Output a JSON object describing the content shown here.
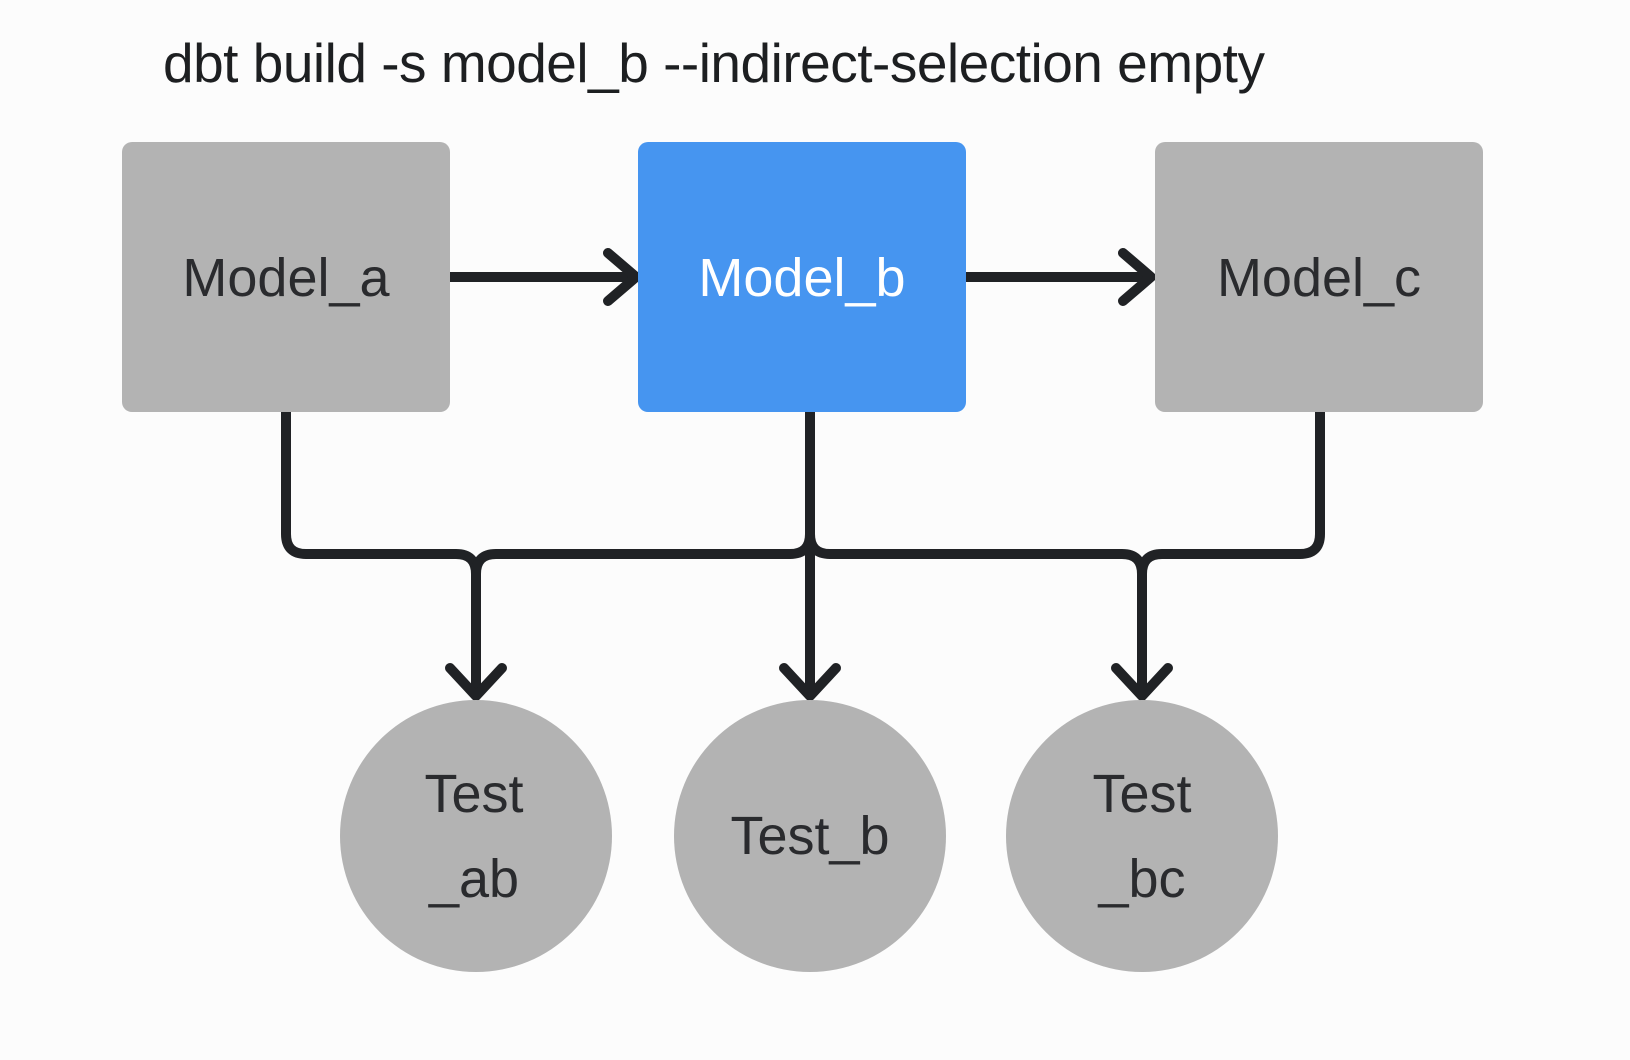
{
  "title": "dbt build -s model_b --indirect-selection empty",
  "colors": {
    "background": "#fcfcfc",
    "node_gray": "#b3b3b3",
    "node_selected_blue": "#4695f0",
    "edge_black": "#202225",
    "label_dark": "#2a2b2e",
    "label_light": "#ffffff",
    "title_text": "#1d1f21"
  },
  "models": [
    {
      "id": "model_a",
      "label": "Model_a",
      "state": "unselected"
    },
    {
      "id": "model_b",
      "label": "Model_b",
      "state": "selected"
    },
    {
      "id": "model_c",
      "label": "Model_c",
      "state": "unselected"
    }
  ],
  "tests": [
    {
      "id": "test_ab",
      "label_line1": "Test",
      "label_line2": "_ab"
    },
    {
      "id": "test_b",
      "label_line1": "Test_b",
      "label_line2": ""
    },
    {
      "id": "test_bc",
      "label_line1": "Test",
      "label_line2": "_bc"
    }
  ],
  "edges": {
    "model_flow": [
      {
        "from": "Model_a",
        "to": "Model_b"
      },
      {
        "from": "Model_b",
        "to": "Model_c"
      }
    ],
    "test_links": [
      {
        "from": "Model_a",
        "to": "Test_ab"
      },
      {
        "from": "Model_b",
        "to": "Test_ab"
      },
      {
        "from": "Model_b",
        "to": "Test_b"
      },
      {
        "from": "Model_b",
        "to": "Test_bc"
      },
      {
        "from": "Model_c",
        "to": "Test_bc"
      }
    ]
  }
}
